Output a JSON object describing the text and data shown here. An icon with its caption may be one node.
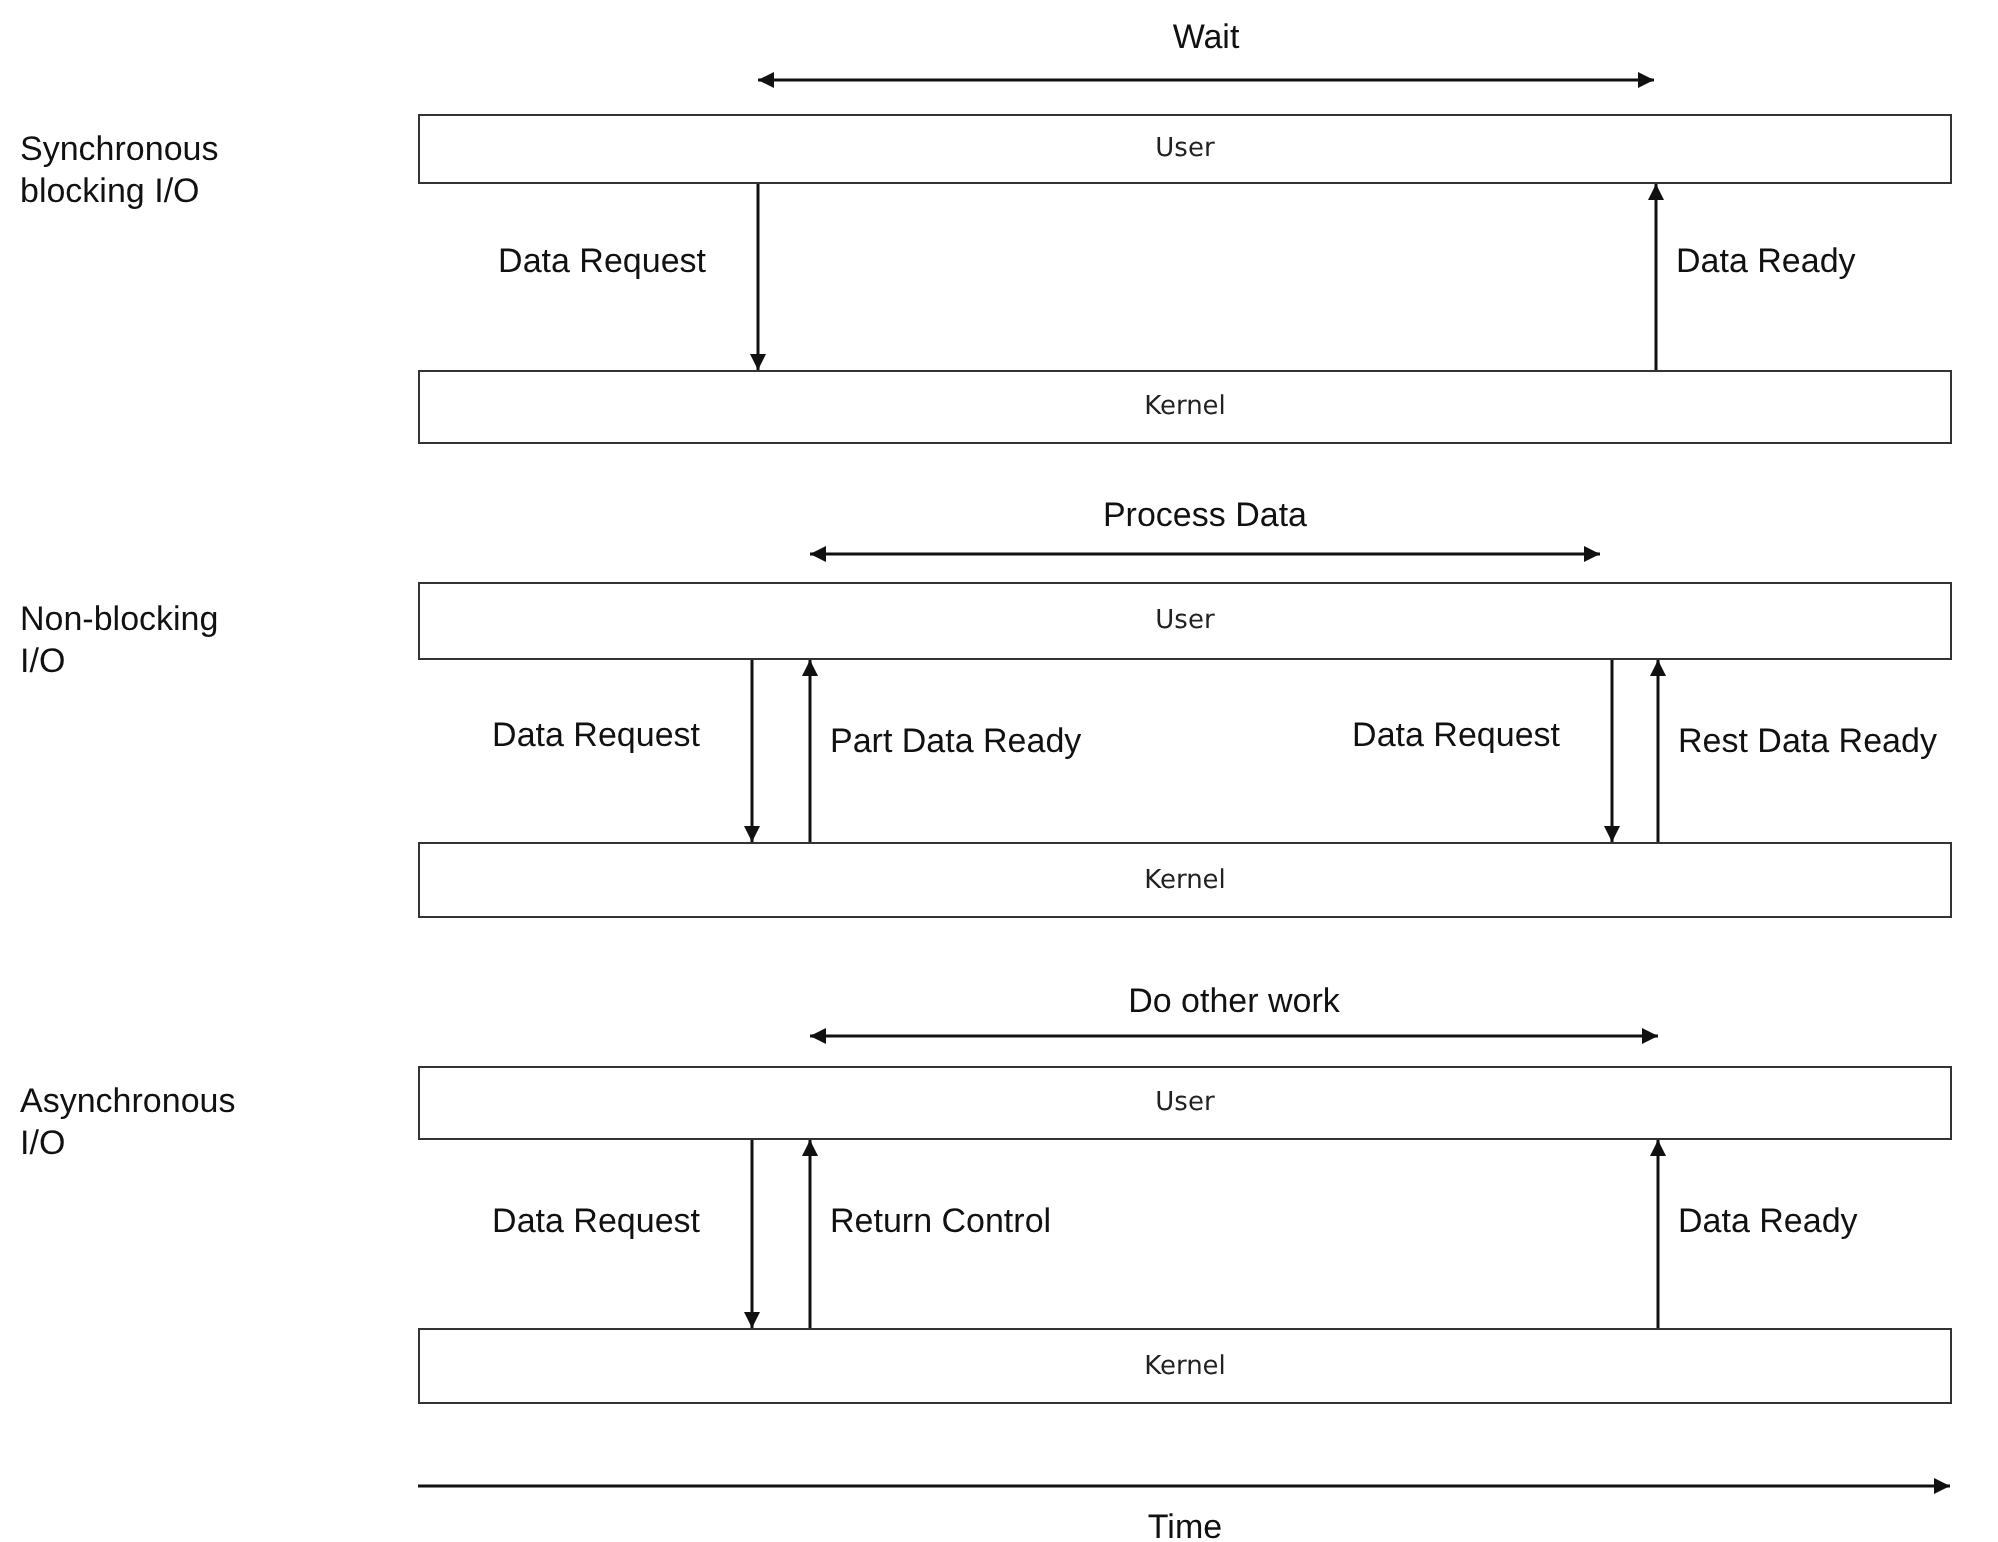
{
  "diagram": {
    "nodes": [
      {
        "text": [
          "User"
        ]
      },
      {
        "text": [
          "Kernel"
        ]
      },
      {
        "text": [
          "User"
        ]
      },
      {
        "text": [
          "Kernel"
        ]
      },
      {
        "text": [
          "User"
        ]
      },
      {
        "text": [
          "Kernel"
        ]
      }
    ],
    "edges": [
      {
        "from": 0,
        "to": 1,
        "arrow": "to",
        "label": "Data Request"
      },
      {
        "from": 1,
        "to": 0,
        "arrow": "to",
        "label": "Data Ready"
      },
      {
        "from": 2,
        "to": 3,
        "arrow": "to",
        "label": "Data Request"
      },
      {
        "from": 3,
        "to": 2,
        "arrow": "to",
        "label": "Part Data Ready"
      },
      {
        "from": 2,
        "to": 3,
        "arrow": "to",
        "label": "Data Request"
      },
      {
        "from": 3,
        "to": 2,
        "arrow": "to",
        "label": "Rest Data Ready"
      },
      {
        "from": 4,
        "to": 5,
        "arrow": "to",
        "label": "Data Request"
      },
      {
        "from": 5,
        "to": 4,
        "arrow": "to",
        "label": "Return Control"
      },
      {
        "from": 5,
        "to": 4,
        "arrow": "to",
        "label": "Data Ready"
      }
    ],
    "labels": [
      "Wait",
      "Synchronous blocking I/O",
      "Process Data",
      "Non-blocking I/O",
      "Do other work",
      "Asynchronous I/O",
      "Time"
    ]
  }
}
